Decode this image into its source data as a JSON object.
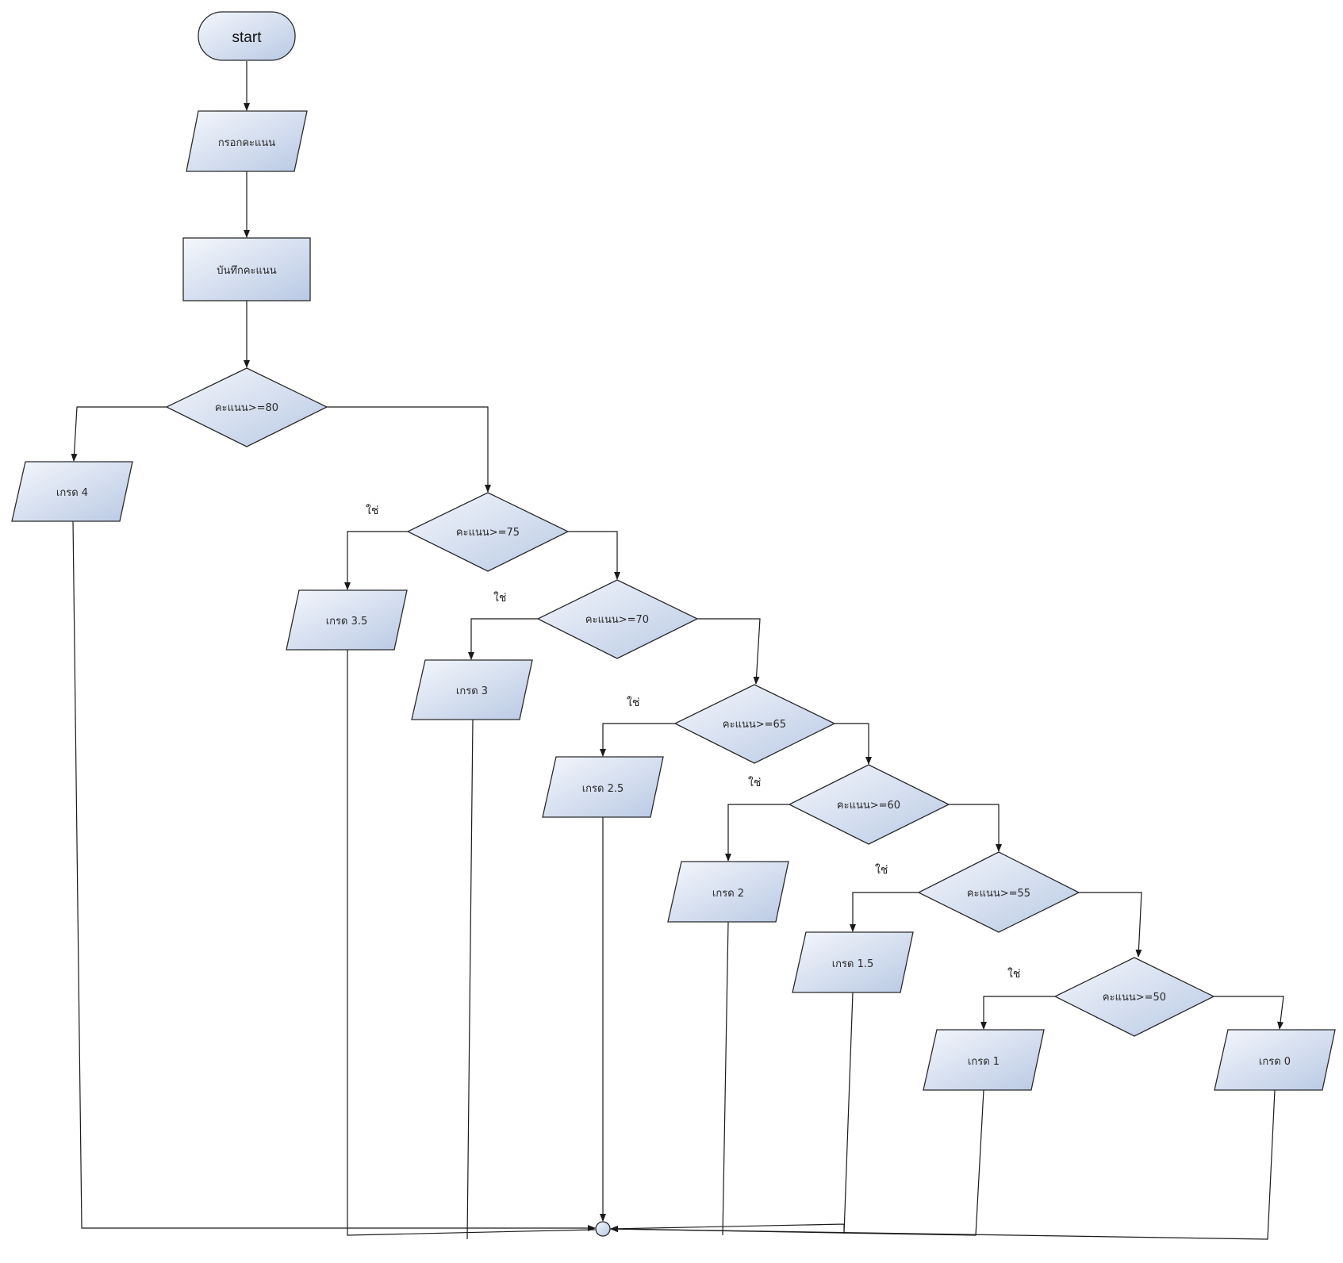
{
  "colors": {
    "node_fill_light": "#f4f7fc",
    "node_fill_dark": "#b9c9e4",
    "stroke": "#2b2b2b"
  },
  "nodes": {
    "start": "start",
    "input_score": "กรอกคะแนน",
    "save_score": "บันทึกคะแนน",
    "cond_80": "คะแนน>=80",
    "cond_75": "คะแนน>=75",
    "cond_70": "คะแนน>=70",
    "cond_65": "คะแนน>=65",
    "cond_60": "คะแนน>=60",
    "cond_55": "คะแนน>=55",
    "cond_50": "คะแนน>=50",
    "grade_4": "เกรด 4",
    "grade_3_5": "เกรด 3.5",
    "grade_3": "เกรด 3",
    "grade_2_5": "เกรด 2.5",
    "grade_2": "เกรด 2",
    "grade_1_5": "เกรด 1.5",
    "grade_1": "เกรด 1",
    "grade_0": "เกรด 0"
  },
  "edge_labels": {
    "yes": "ใช่"
  }
}
